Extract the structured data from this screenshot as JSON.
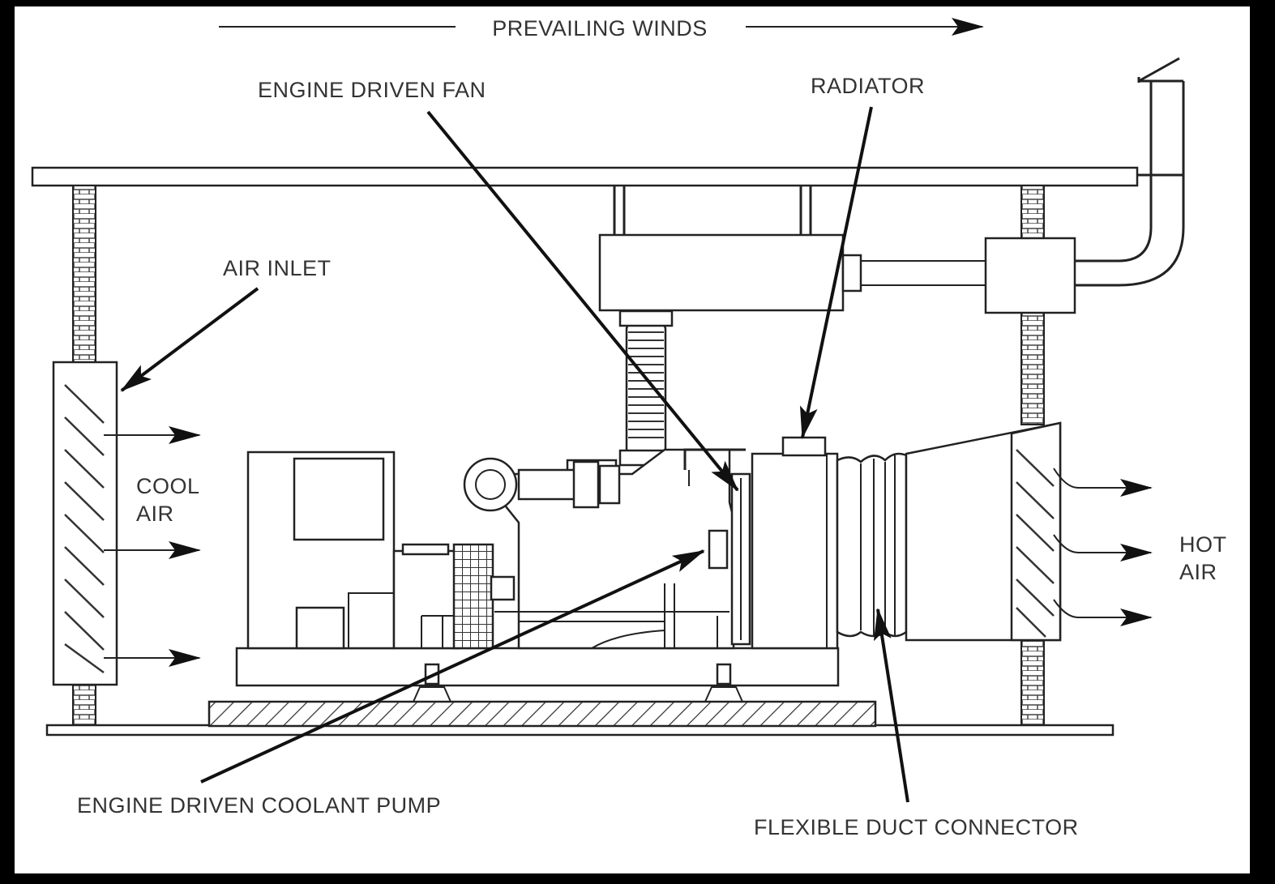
{
  "labels": {
    "prevailing_winds": "PREVAILING WINDS",
    "engine_driven_fan": "ENGINE DRIVEN FAN",
    "radiator": "RADIATOR",
    "air_inlet": "AIR INLET",
    "cool_air_1": "COOL",
    "cool_air_2": "AIR",
    "hot_air_1": "HOT",
    "hot_air_2": "AIR",
    "engine_driven_coolant_pump": "ENGINE DRIVEN COOLANT PUMP",
    "flexible_duct_connector": "FLEXIBLE DUCT CONNECTOR"
  },
  "colors": {
    "border": "#000000",
    "background": "#ffffff",
    "line": "#222222",
    "text": "#333333"
  }
}
